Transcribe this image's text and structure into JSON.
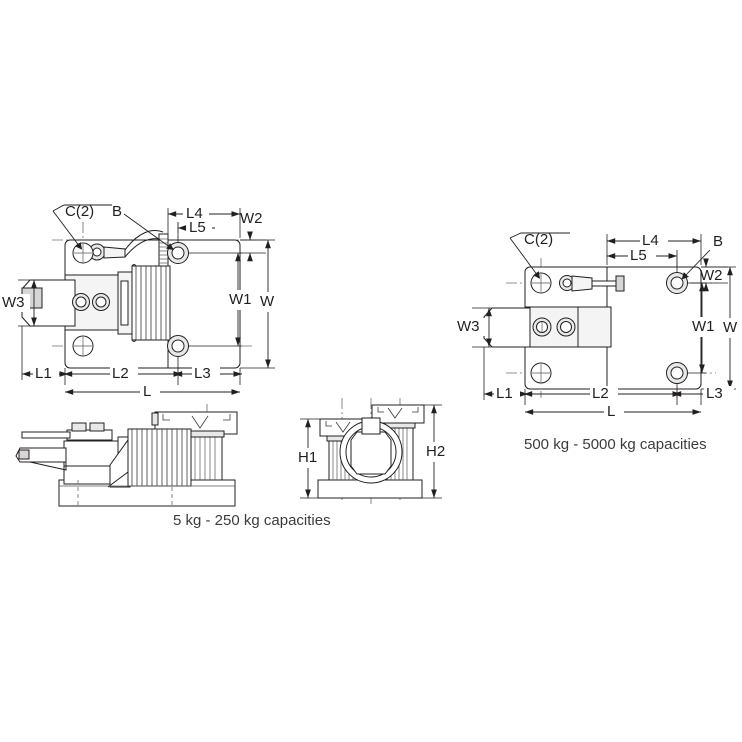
{
  "figure": {
    "title": "Load cell mounting kit outline drawings",
    "background_color": "#ffffff",
    "line_color": "#231f20",
    "caption_color": "#3c3c3c"
  },
  "views": {
    "top_left_plan": {
      "name": "plan-view-small",
      "caption": "5 kg - 250 kg capacities",
      "dimensions": {
        "C2": "C(2)",
        "B": "B",
        "L4": "L4",
        "L5": "L5",
        "W2": "W2",
        "W1": "W1",
        "W": "W",
        "W3": "W3",
        "L1": "L1",
        "L2": "L2",
        "L3": "L3",
        "L": "L"
      }
    },
    "bottom_left_side": {
      "name": "side-elevation-small"
    },
    "front_elevation": {
      "name": "front-elevation",
      "dimensions": {
        "H1": "H1",
        "H2": "H2"
      }
    },
    "right_plan": {
      "name": "plan-view-large",
      "caption": "500 kg - 5000 kg capacities",
      "dimensions": {
        "C2": "C(2)",
        "B": "B",
        "L4": "L4",
        "L5": "L5",
        "W2": "W2",
        "W1": "W1",
        "W": "W",
        "W3": "W3",
        "L1": "L1",
        "L2": "L2",
        "L3": "L3",
        "L": "L"
      }
    }
  }
}
